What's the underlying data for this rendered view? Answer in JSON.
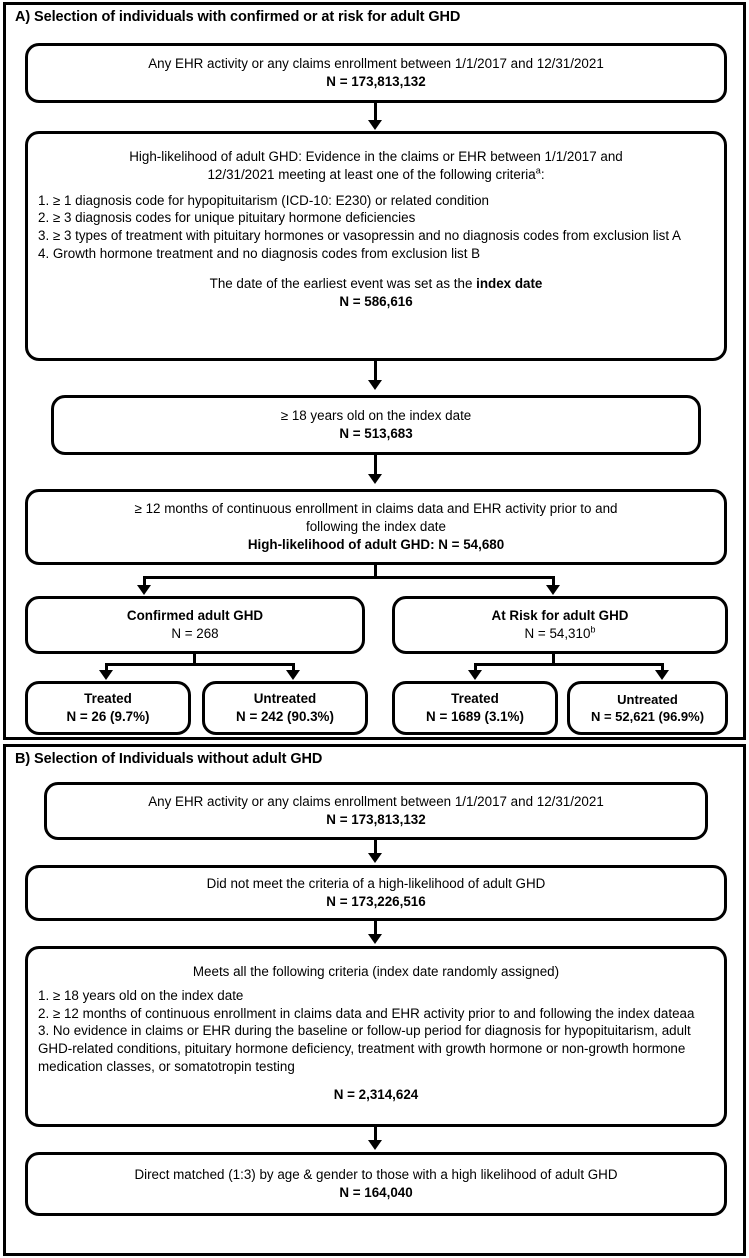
{
  "figure": {
    "panels": [
      {
        "id": "A",
        "title": "A) Selection of individuals with confirmed or at risk for adult GHD",
        "nodes": {
          "cohort": {
            "line1": "Any EHR activity or any claims enrollment between 1/1/2017 and 12/31/2021",
            "n": "N = 173,813,132"
          },
          "high_likelihood": {
            "intro_line1": "High-likelihood of adult GHD: Evidence in the claims or EHR between 1/1/2017 and",
            "intro_line2_pre": "12/31/2021 meeting at least one of the following criteria",
            "intro_line2_sup": "a",
            "intro_line2_post": ":",
            "criteria": [
              "1. ≥ 1 diagnosis code for hypopituitarism (ICD-10: E230) or related condition",
              "2. ≥ 3 diagnosis codes for unique pituitary hormone deficiencies",
              "3. ≥ 3 types of treatment with pituitary hormones or vasopressin and no diagnosis codes from exclusion list A",
              "4. Growth hormone treatment and no diagnosis codes from exclusion list B"
            ],
            "index_date_pre": "The date of the earliest event was set as the ",
            "index_date_bold": "index date",
            "n": "N = 586,616"
          },
          "age": {
            "line1": "≥ 18 years old on the index date",
            "n": "N = 513,683"
          },
          "enrollment": {
            "line1": "≥ 12 months of continuous enrollment in claims data and EHR activity prior to and",
            "line2": "following the index date",
            "n": "High-likelihood of adult GHD: N = 54,680"
          },
          "confirmed": {
            "label": "Confirmed adult GHD",
            "n": "N = 268"
          },
          "at_risk": {
            "label": "At Risk for adult GHD",
            "n_pre": "N = 54,310",
            "n_sup": "b"
          },
          "confirmed_treated": {
            "label": "Treated",
            "n": "N = 26 (9.7%)"
          },
          "confirmed_untreated": {
            "label": "Untreated",
            "n": "N = 242 (90.3%)"
          },
          "atrisk_treated": {
            "label": "Treated",
            "n": "N = 1689 (3.1%)"
          },
          "atrisk_untreated": {
            "label": "Untreated",
            "n": "N = 52,621 (96.9%)"
          }
        }
      },
      {
        "id": "B",
        "title": "B) Selection of Individuals without adult GHD",
        "nodes": {
          "cohort": {
            "line1": "Any EHR activity or any claims enrollment between 1/1/2017 and 12/31/2021",
            "n": "N = 173,813,132"
          },
          "not_high_likelihood": {
            "line1": "Did not meet the criteria of a high-likelihood of adult GHD",
            "n": "N = 173,226,516"
          },
          "criteria_box": {
            "intro": "Meets all the following criteria (index date randomly assigned)",
            "criteria": [
              "1. ≥ 18 years old on the index date",
              "2. ≥ 12 months of continuous enrollment in claims data and EHR activity prior to and following the index dateaa",
              "3. No evidence in claims or EHR during the baseline or follow-up period for diagnosis for hypopituitarism, adult GHD-related conditions, pituitary hormone deficiency, treatment with growth hormone or non-growth hormone medication classes, or somatotropin testing"
            ],
            "n": "N = 2,314,624"
          },
          "matched": {
            "line1": "Direct matched (1:3) by age & gender to those with a high likelihood of adult GHD",
            "n": "N = 164,040"
          }
        }
      }
    ]
  },
  "chart_data": {
    "type": "diagram",
    "title": "Study population selection flowchart (CONSORT-style)",
    "flows": [
      {
        "panel": "A",
        "from": "cohort",
        "to": "high_likelihood"
      },
      {
        "panel": "A",
        "from": "high_likelihood",
        "to": "age"
      },
      {
        "panel": "A",
        "from": "age",
        "to": "enrollment"
      },
      {
        "panel": "A",
        "from": "enrollment",
        "to": "confirmed"
      },
      {
        "panel": "A",
        "from": "enrollment",
        "to": "at_risk"
      },
      {
        "panel": "A",
        "from": "confirmed",
        "to": "confirmed_treated"
      },
      {
        "panel": "A",
        "from": "confirmed",
        "to": "confirmed_untreated"
      },
      {
        "panel": "A",
        "from": "at_risk",
        "to": "atrisk_treated"
      },
      {
        "panel": "A",
        "from": "at_risk",
        "to": "atrisk_untreated"
      },
      {
        "panel": "B",
        "from": "cohort",
        "to": "not_high_likelihood"
      },
      {
        "panel": "B",
        "from": "not_high_likelihood",
        "to": "criteria_box"
      },
      {
        "panel": "B",
        "from": "criteria_box",
        "to": "matched"
      }
    ],
    "counts": {
      "A_cohort": 173813132,
      "A_high_likelihood": 586616,
      "A_age_18plus": 513683,
      "A_enrollment_12mo": 54680,
      "A_confirmed": 268,
      "A_at_risk": 54310,
      "A_confirmed_treated": 26,
      "A_confirmed_untreated": 242,
      "A_at_risk_treated": 1689,
      "A_at_risk_untreated": 52621,
      "B_cohort": 173813132,
      "B_not_high_likelihood": 173226516,
      "B_criteria_met": 2314624,
      "B_matched": 164040
    },
    "percentages": {
      "A_confirmed_treated": 9.7,
      "A_confirmed_untreated": 90.3,
      "A_at_risk_treated": 3.1,
      "A_at_risk_untreated": 96.9
    }
  }
}
